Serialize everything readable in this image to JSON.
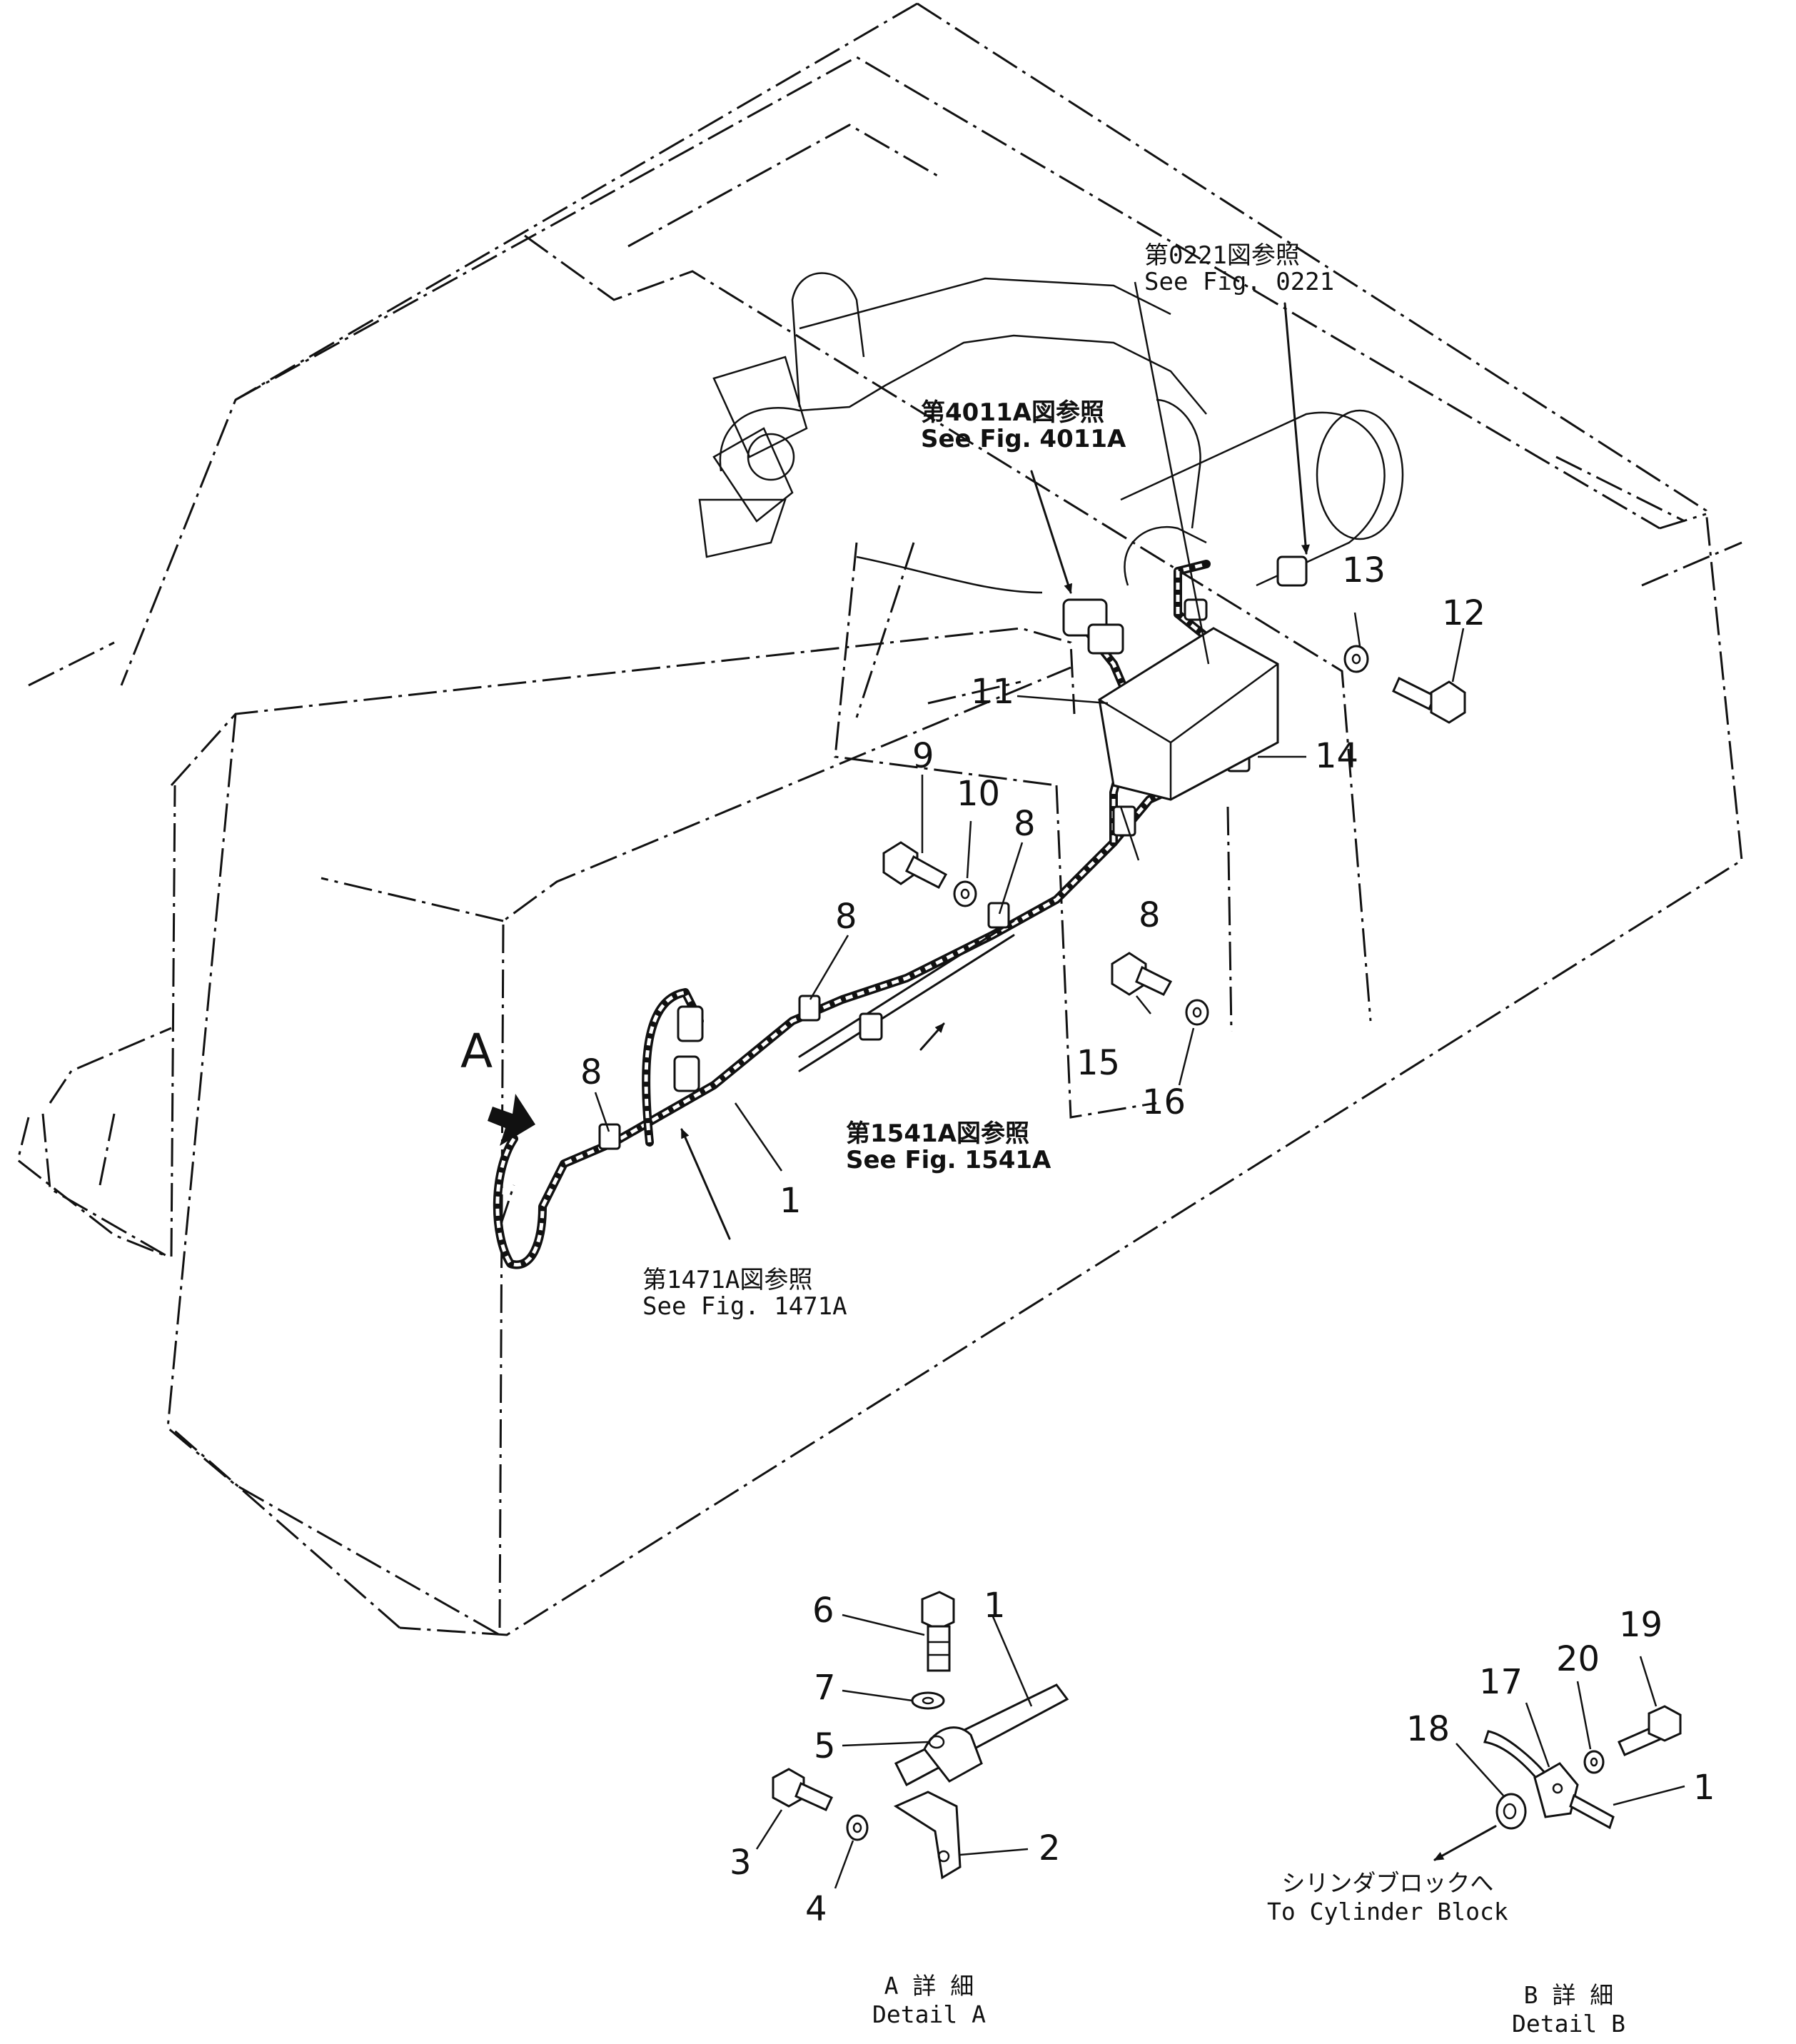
{
  "refs": {
    "fig0221": {
      "jp": "第0221図参照",
      "en": "See Fig. 0221"
    },
    "fig4011a": {
      "jp": "第4011A図参照",
      "en": "See Fig. 4011A"
    },
    "fig1541a": {
      "jp": "第1541A図参照",
      "en": "See Fig. 1541A"
    },
    "fig1471a": {
      "jp": "第1471A図参照",
      "en": "See Fig. 1471A"
    }
  },
  "view_marker": "A",
  "part_numbers": {
    "p1": "1",
    "p2": "2",
    "p3": "3",
    "p4": "4",
    "p5": "5",
    "p6": "6",
    "p7": "7",
    "p8": "8",
    "p9": "9",
    "p10": "10",
    "p11": "11",
    "p12": "12",
    "p13": "13",
    "p14": "14",
    "p15": "15",
    "p16": "16",
    "p17": "17",
    "p18": "18",
    "p19": "19",
    "p20": "20"
  },
  "detail_a": {
    "jp": "A 詳 細",
    "en": "Detail A"
  },
  "detail_b": {
    "jp": "B 詳 細",
    "en": "Detail B"
  },
  "cylinder_block": {
    "jp": "シリンダブロックへ",
    "en": "To Cylinder Block"
  }
}
